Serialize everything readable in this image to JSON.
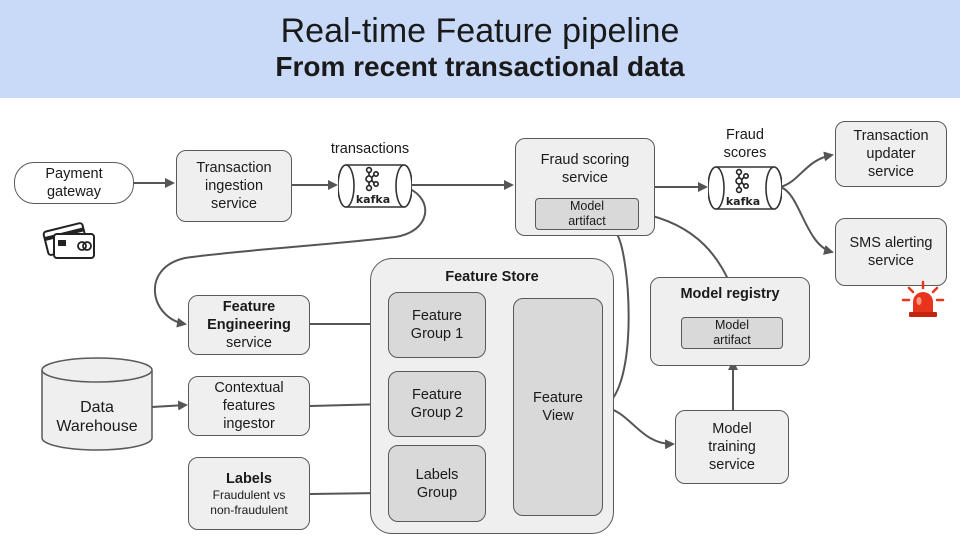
{
  "header": {
    "title": "Real-time Feature pipeline",
    "subtitle": "From recent transactional data"
  },
  "nodes": {
    "payment_gateway": "Payment\ngateway",
    "transaction_ingestion": "Transaction\ningestion\nservice",
    "transactions_topic_label": "transactions",
    "fraud_scoring": "Fraud scoring\nservice",
    "fraud_scoring_artifact": "Model\nartifact",
    "fraud_scores_topic_label": "Fraud\nscores",
    "transaction_updater": "Transaction\nupdater\nservice",
    "sms_alerting": "SMS alerting\nservice",
    "feature_engineering_title": "Feature\nEngineering",
    "feature_engineering_sub": "service",
    "data_warehouse": "Data\nWarehouse",
    "contextual_features": "Contextual\nfeatures\ningestor",
    "labels_title": "Labels",
    "labels_sub": "Fraudulent vs\nnon-fraudulent",
    "feature_store_title": "Feature Store",
    "feature_group_1": "Feature\nGroup 1",
    "feature_group_2": "Feature\nGroup 2",
    "labels_group": "Labels\nGroup",
    "feature_view": "Feature\nView",
    "model_registry_title": "Model registry",
    "model_registry_artifact": "Model\nartifact",
    "model_training": "Model\ntraining\nservice",
    "kafka_logo_text": "kafka"
  },
  "icons": {
    "payment": "credit-cards-icon",
    "alert": "siren-icon",
    "kafka": "kafka-icon"
  },
  "colors": {
    "header_bg": "#c9daf8",
    "box_bg": "#efefef",
    "inner_box_bg": "#d9d9d9",
    "border": "#595959",
    "siren": "#e8341c"
  }
}
